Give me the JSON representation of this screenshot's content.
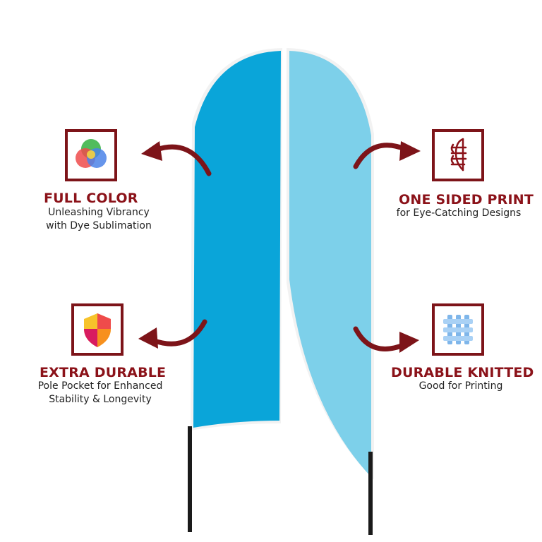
{
  "features": {
    "full_color": {
      "title": "FULL COLOR",
      "line1": "Unleashing Vibrancy",
      "line2": "with Dye Sublimation",
      "icon": "color-wheel-icon"
    },
    "one_sided": {
      "title": "ONE SIDED PRINT",
      "line1": "for Eye-Catching Designs",
      "icon": "printed-fabric-icon"
    },
    "extra_durable": {
      "title": "EXTRA DURABLE",
      "line1": "Pole Pocket for Enhanced",
      "line2": "Stability & Longevity",
      "icon": "shield-icon"
    },
    "knitted": {
      "title": "DURABLE KNITTED",
      "line1": "Good for Printing",
      "icon": "knit-mesh-icon"
    }
  },
  "colors": {
    "flag_front": "#0aa5d9",
    "flag_back": "#7dd0ea",
    "accent": "#8b1219",
    "pole": "#1a1a1a"
  }
}
